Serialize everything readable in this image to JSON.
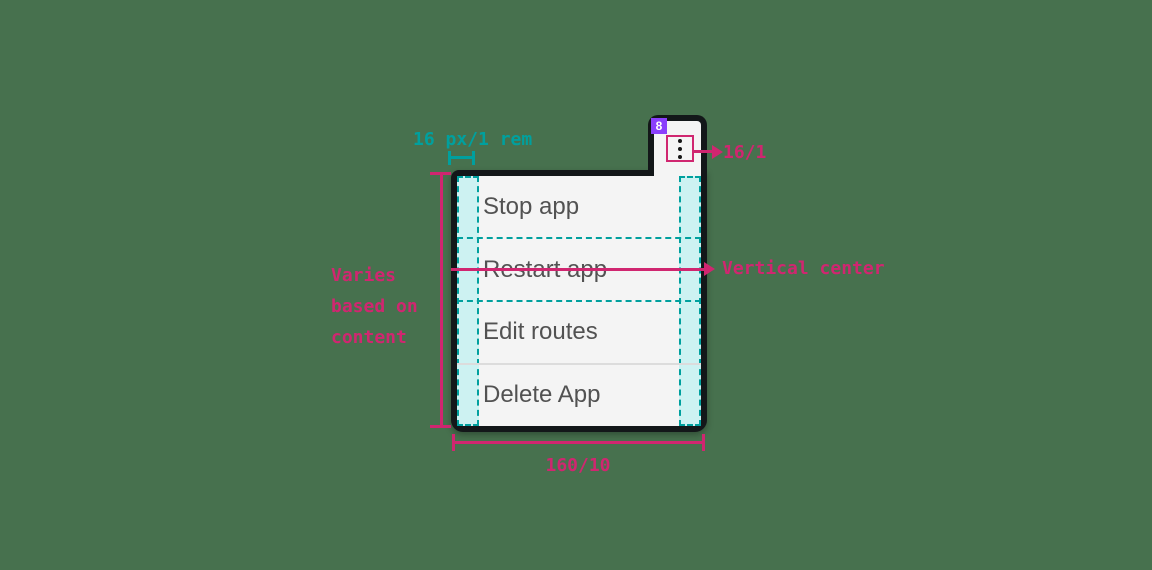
{
  "colors": {
    "page_background": "#47714e",
    "component_border": "#131719",
    "menu_background": "#f4f4f4",
    "item_text": "#525252",
    "annotation_pink": "#d02670",
    "annotation_teal": "#00a09e",
    "padding_fill": "#cdf2f2",
    "badge_purple": "#8a3ffc",
    "divider_gray": "#dcdcdc"
  },
  "overflow_menu": {
    "badge_count": "8",
    "trigger_icon": "overflow-menu-vertical-dots",
    "items": [
      {
        "label": "Stop app"
      },
      {
        "label": "Restart app"
      },
      {
        "label": "Edit routes"
      },
      {
        "label": "Delete App"
      }
    ]
  },
  "annotations": {
    "padding_label": "16 px/1 rem",
    "icon_size_label": "16/1",
    "vertical_center_label": "Vertical center",
    "height_label_lines": [
      "Varies",
      "based on",
      "content"
    ],
    "width_label": "160/10"
  }
}
